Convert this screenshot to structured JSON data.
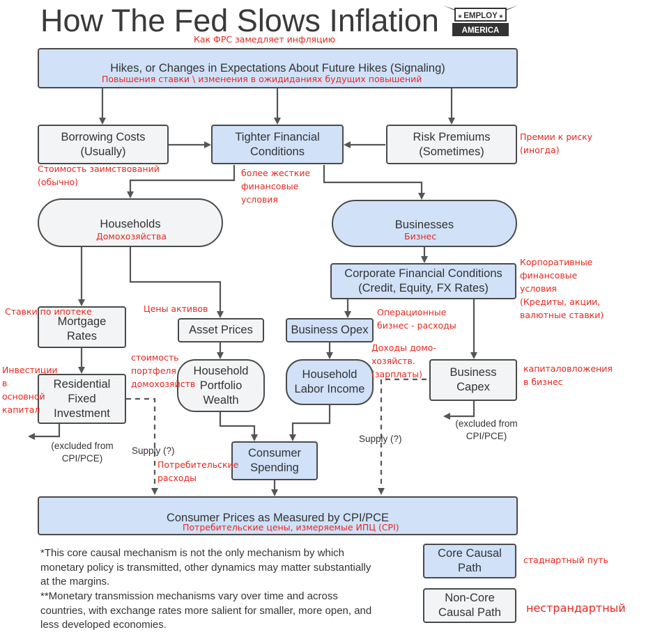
{
  "title": "How The Fed Slows Inflation",
  "title_ru": "Как ФРС замедляет инфляцию",
  "logo": {
    "line1": "EMPLOY",
    "line2": "AMERICA"
  },
  "nodes": {
    "hikes": {
      "en": "Hikes, or Changes in Expectations About Future Hikes (Signaling)",
      "ru": "Повышения ставки \\ изменения в ожидиданиях будущих повышений"
    },
    "borrowing": {
      "en1": "Borrowing Costs",
      "en2": "(Usually)",
      "ru1": "Стоимость заимствований",
      "ru2": "(обычно)"
    },
    "tighter": {
      "en1": "Tighter Financial",
      "en2": "Conditions",
      "ru1": "более жесткие",
      "ru2": "финансовые",
      "ru3": "условия"
    },
    "risk": {
      "en1": "Risk Premiums",
      "en2": "(Sometimes)",
      "ru1": "Премии к риску",
      "ru2": "(иногда)"
    },
    "households": {
      "en": "Households",
      "ru": "Домохозяйства"
    },
    "businesses": {
      "en": "Businesses",
      "ru": "Бизнес"
    },
    "corporate": {
      "en1": "Corporate Financial Conditions",
      "en2": "(Credit, Equity, FX Rates)",
      "ru1": "Корпоративные",
      "ru2": "финансовые",
      "ru3": "условия",
      "ru4": "(Кредиты, акции,",
      "ru5": "валютные ставки)"
    },
    "mortgage": {
      "en1": "Mortgage",
      "en2": "Rates",
      "ru": "Ставки по ипотеке"
    },
    "asset": {
      "en": "Asset Prices",
      "ru": "Цены активов"
    },
    "opex": {
      "en": "Business Opex",
      "ru1": "Операционные",
      "ru2": "бизнес - расходы"
    },
    "residential": {
      "en1": "Residential",
      "en2": "Fixed",
      "en3": "Investment",
      "ru1": "Инвестиции",
      "ru2": "в",
      "ru3": "основной",
      "ru4": "капитал"
    },
    "wealth": {
      "en1": "Household",
      "en2": "Portfolio",
      "en3": "Wealth",
      "ru1": "стоимость",
      "ru2": "портфеля",
      "ru3": "домохозяйств"
    },
    "labor": {
      "en1": "Household",
      "en2": "Labor Income",
      "ru1": "Доходы домо-",
      "ru2": "хозяйств.",
      "ru3": "(зарплаты)"
    },
    "capex": {
      "en1": "Business",
      "en2": "Capex",
      "ru1": "капиталовложения",
      "ru2": "в бизнес"
    },
    "spending": {
      "en1": "Consumer",
      "en2": "Spending",
      "ru1": "Потребительские",
      "ru2": "расходы"
    },
    "prices": {
      "en": "Consumer Prices as Measured by CPI/PCE",
      "ru": "Потребительские цены, измеряемые ИПЦ (CPI)"
    }
  },
  "labels": {
    "excluded_left_1": "(excluded from",
    "excluded_left_2": "CPI/PCE)",
    "excluded_right_1": "(excluded from",
    "excluded_right_2": "CPI/PCE)",
    "supply_left": "Supply (?)",
    "supply_right": "Supply (?)"
  },
  "notes": {
    "n1_l1": "*This core causal mechanism is not the only mechanism by which",
    "n1_l2": "monetary policy is transmitted, other dynamics may matter substantially",
    "n1_l3": "at the margins.",
    "n2_l1": "**Monetary transmission mechanisms vary over time and across",
    "n2_l2": "countries, with exchange rates more salient for smaller, more open, and",
    "n2_l3": "less developed economies."
  },
  "legend": {
    "core1": "Core Causal",
    "core2": "Path",
    "core_ru": "стаднартный путь",
    "noncore1": "Non-Core",
    "noncore2": "Causal Path",
    "noncore_ru": "нестрандартный"
  },
  "colors": {
    "core": "#d0e1f8",
    "noncore": "#f2f4f5",
    "annotation": "#e8261d",
    "border": "#4a4a4a"
  }
}
